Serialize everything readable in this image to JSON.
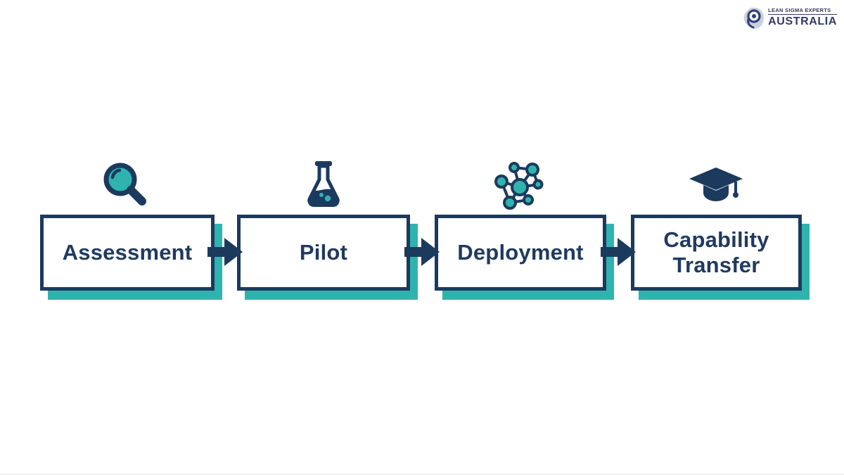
{
  "logo": {
    "line1": "LEAN SIGMA EXPERTS",
    "line2": "AUSTRALIA",
    "icon": "lean-sigma-swirl-icon",
    "text_color": "#333a66"
  },
  "process": {
    "type": "horizontal-flow",
    "steps": [
      {
        "label": "Assessment",
        "icon": "magnifier-icon"
      },
      {
        "label": "Pilot",
        "icon": "flask-icon"
      },
      {
        "label": "Deployment",
        "icon": "network-icon"
      },
      {
        "label": "Capability Transfer",
        "icon": "graduation-cap-icon"
      }
    ],
    "connector": "arrow-right"
  },
  "colors": {
    "navy": "#1c3a5e",
    "teal": "#2fb3ae",
    "label_text": "#203a60",
    "background": "#ffffff"
  }
}
